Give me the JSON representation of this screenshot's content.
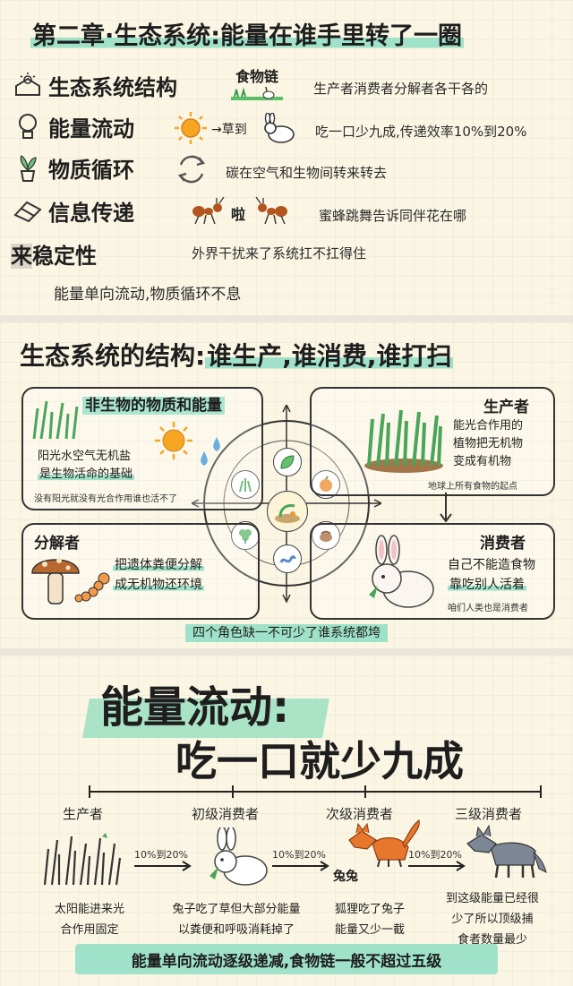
{
  "section1": {
    "title": "第二章·生态系统:能量在谁手里转了一圈",
    "food_chain_label": "食物链",
    "arrow_text": "→草到",
    "rows": [
      {
        "label": "生态系统结构",
        "desc": "生产者消费者分解者各干各的",
        "icon": "house-sun-icon"
      },
      {
        "label": "能量流动",
        "desc": "吃一口少九成,传递效率10%到20%",
        "icon": "bulb-icon"
      },
      {
        "label": "物质循环",
        "desc": "碳在空气和生物间转来转去",
        "icon": "plant-pot-icon"
      },
      {
        "label": "信息传递",
        "desc": "蜜蜂跳舞告诉同伴花在哪",
        "icon": "eraser-icon"
      },
      {
        "label": "稳定性",
        "label_prefix": "来",
        "desc": "外界干扰来了系统扛不扛得住"
      }
    ],
    "ant_text": "啦",
    "summary": "能量单向流动,物质循环不息"
  },
  "section2": {
    "title_part1": "生态系统的结构:",
    "title_part2": "谁生产,谁消费,谁打扫",
    "abiotic": {
      "title": "非生物的物质和能量",
      "line1": "阳光水空气无机盐",
      "line2": "是生物活命的基础",
      "note": "没有阳光就没有光合作用谁也活不了"
    },
    "producer": {
      "title": "生产者",
      "line1": "能光合作用的",
      "line2": "植物把无机物",
      "line3": "变成有机物",
      "note": "地球上所有食物的起点"
    },
    "decomposer": {
      "title": "分解者",
      "line1": "把遗体粪便分解",
      "line2": "成无机物还环境"
    },
    "consumer": {
      "title": "消费者",
      "line1": "自己不能造食物",
      "line2": "靠吃别人活着",
      "note": "咱们人类也是消费者"
    },
    "footer": "四个角色缺一不可少了谁系统都垮"
  },
  "section3": {
    "title_line1": "能量流动:",
    "title_line2": "吃一口就少九成",
    "levels": [
      {
        "name": "生产者",
        "desc1": "太阳能进来光",
        "desc2": "合作用固定"
      },
      {
        "name": "初级消费者",
        "desc1": "兔子吃了草但大部分能量",
        "desc2": "以粪便和呼吸消耗掉了"
      },
      {
        "name": "次级消费者",
        "desc1": "狐狸吃了兔子",
        "desc2": "能量又少一截"
      },
      {
        "name": "三级消费者",
        "desc1": "到这级能量已经很",
        "desc2": "少了所以顶级捕",
        "desc3": "食者数量最少"
      }
    ],
    "arrow_label": "10%到20%",
    "rabbit_label": "兔兔",
    "footer": "能量单向流动逐级递减,食物链一般不超过五级"
  }
}
